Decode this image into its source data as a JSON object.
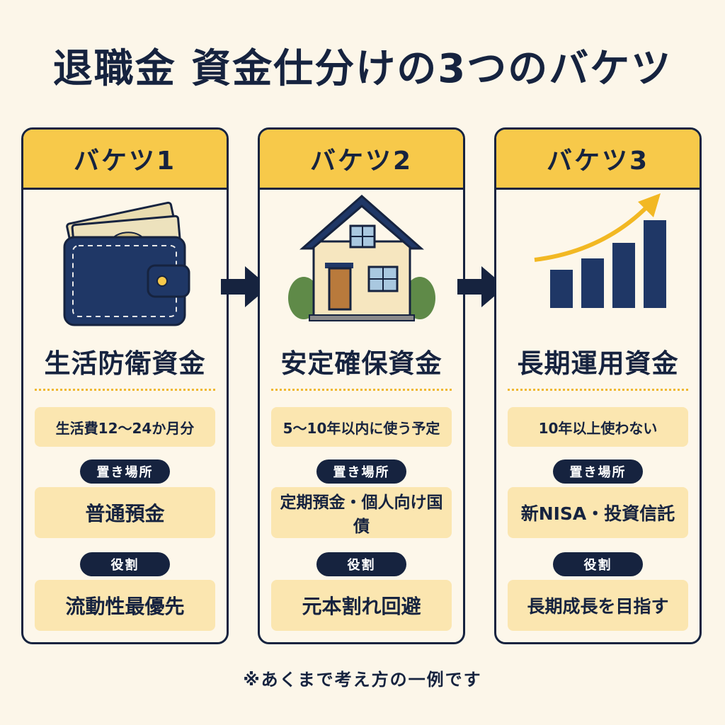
{
  "title": "退職金 資金仕分けの3つのバケツ",
  "colors": {
    "navy": "#16233f",
    "yellow": "#f7c94a",
    "box": "#fbe6b0",
    "background": "#fcf6e9"
  },
  "buckets": [
    {
      "label": "バケツ1",
      "icon": "wallet-icon",
      "name": "生活防衛資金",
      "target": "生活費12〜24か月分",
      "place_label": "置き場所",
      "place": "普通預金",
      "role_label": "役割",
      "role": "流動性最優先"
    },
    {
      "label": "バケツ2",
      "icon": "house-icon",
      "name": "安定確保資金",
      "target": "5〜10年以内に使う予定",
      "place_label": "置き場所",
      "place": "定期預金・個人向け国債",
      "role_label": "役割",
      "role": "元本割れ回避"
    },
    {
      "label": "バケツ3",
      "icon": "growth-chart-icon",
      "name": "長期運用資金",
      "target": "10年以上使わない",
      "place_label": "置き場所",
      "place": "新NISA・投資信託",
      "role_label": "役割",
      "role": "長期成長を目指す"
    }
  ],
  "footnote": "※あくまで考え方の一例です"
}
